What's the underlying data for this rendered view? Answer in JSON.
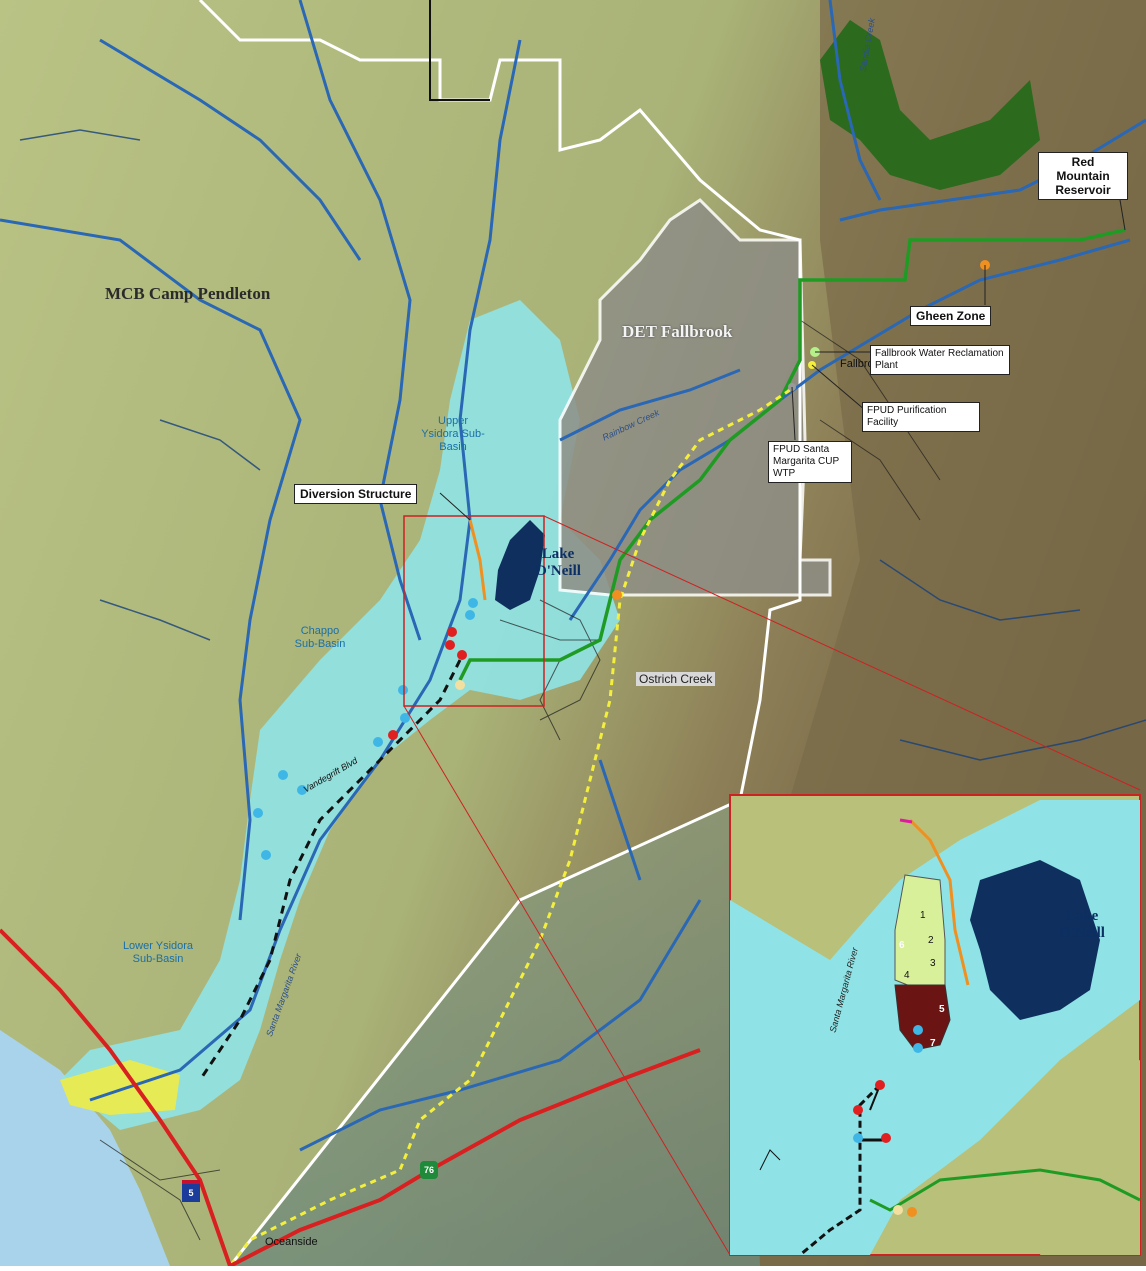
{
  "colors": {
    "basin": "#8fe3e6",
    "terrain_light": "#b9c282",
    "terrain_dark": "#6b5a3a",
    "river": "#2a67b4",
    "lake": "#0f2f5e",
    "boundary": "#ffffff",
    "pipeline_green": "#1f9b24",
    "pipeline_yellow": "#f4ef3c",
    "highway_red": "#d82020",
    "inset_border": "#cc2222"
  },
  "labels": {
    "camp_pendleton": "MCB Camp Pendleton",
    "det_fallbrook": "DET Fallbrook",
    "lake_oneill": "Lake O'Neill",
    "upper_ysidora": "Upper Ysidora Sub-Basin",
    "chappo": "Chappo Sub-Basin",
    "lower_ysidora": "Lower Ysidora Sub-Basin",
    "ostrich_creek": "Ostrich Creek",
    "sandia_creek": "Sandia Creek",
    "rainbow_creek": "Rainbow Creek",
    "vandegrift": "Vandegrift Blvd",
    "santa_margarita_river": "Santa Margarita River",
    "oceanside": "Oceanside",
    "fallbrook_town": "Fallbrook",
    "interstate": "5",
    "highway": "76"
  },
  "callouts": {
    "red_mountain": "Red Mountain Reservoir",
    "gheen_zone": "Gheen Zone",
    "fallbrook_wrp": "Fallbrook Water Reclamation Plant",
    "fpud_purification": "FPUD Purification Facility",
    "fpud_santa_margarita": "FPUD Santa Margarita CUP WTP",
    "diversion_structure": "Diversion Structure"
  },
  "inset": {
    "ponds": [
      "1",
      "2",
      "3",
      "4",
      "5",
      "6",
      "7"
    ]
  }
}
